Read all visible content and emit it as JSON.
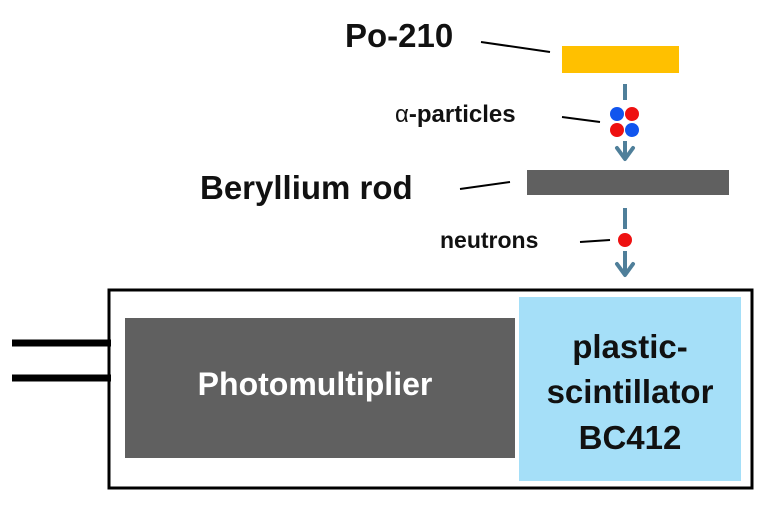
{
  "labels": {
    "source": "Po-210",
    "alpha_symbol": "α",
    "alpha_rest": "-particles",
    "beryllium": "Beryllium rod",
    "neutrons": "neutrons",
    "photomultiplier": "Photomultiplier",
    "scintillator_line1": "plastic-",
    "scintillator_line2": "scintillator",
    "scintillator_line3": "BC412"
  },
  "colors": {
    "source_plate": "#ffc000",
    "beryllium_rod": "#606060",
    "photomultiplier": "#606060",
    "scintillator": "#a5dff8",
    "arrow": "#4f7f9a",
    "proton": "#ee1111",
    "neutron_blue": "#1155ee",
    "outline": "#000000",
    "label_dark": "#111111",
    "label_light": "#ffffff"
  },
  "icons": {
    "arrow": "arrow-down-icon",
    "particle": "filled-circle-icon"
  }
}
